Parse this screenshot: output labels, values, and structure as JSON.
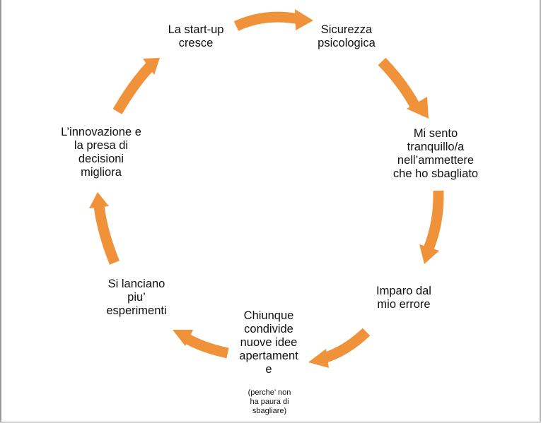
{
  "diagram": {
    "accent_color": "#F0923A",
    "steps": [
      {
        "id": "start-up-grows",
        "text": "La start-up\ncresce"
      },
      {
        "id": "psych-safety",
        "text": "Sicurezza\npsicologica"
      },
      {
        "id": "admit-mistake",
        "text": "Mi sento\ntranquillo/a\nnell’ammettere\nche ho sbagliato"
      },
      {
        "id": "learn-from-error",
        "text": "Imparo dal\nmio errore"
      },
      {
        "id": "share-ideas",
        "text": "Chiunque\ncondivide\nnuove idee\napertament\ne"
      },
      {
        "id": "more-experiments",
        "text": "Si lanciano\npiu’\nesperimenti"
      },
      {
        "id": "innovation-improves",
        "text": "L’innovazione e\nla presa di\ndecisioni\nmigliora"
      }
    ],
    "share_note": "(perche’ non\nha paura di\nsbagliare)",
    "arrow_style": "thick curved orange arrows, clockwise cycle"
  }
}
